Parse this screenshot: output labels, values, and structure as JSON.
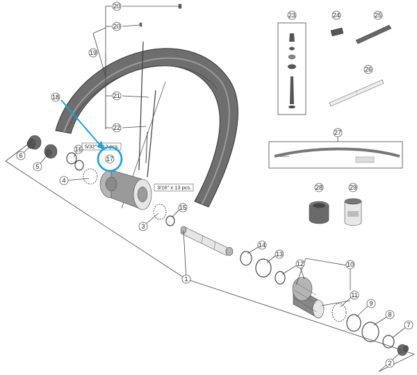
{
  "diagram": {
    "callouts": [
      {
        "id": "c1",
        "label": "1"
      },
      {
        "id": "c2",
        "label": "2"
      },
      {
        "id": "c3",
        "label": "3"
      },
      {
        "id": "c4",
        "label": "4"
      },
      {
        "id": "c5",
        "label": "5"
      },
      {
        "id": "c6",
        "label": "6"
      },
      {
        "id": "c7",
        "label": "7"
      },
      {
        "id": "c8",
        "label": "8"
      },
      {
        "id": "c9",
        "label": "9"
      },
      {
        "id": "c10",
        "label": "10"
      },
      {
        "id": "c11",
        "label": "11"
      },
      {
        "id": "c12",
        "label": "12"
      },
      {
        "id": "c13",
        "label": "13"
      },
      {
        "id": "c14",
        "label": "14"
      },
      {
        "id": "c15",
        "label": "15"
      },
      {
        "id": "c16",
        "label": "16"
      },
      {
        "id": "c17",
        "label": "17"
      },
      {
        "id": "c18",
        "label": "18"
      },
      {
        "id": "c19",
        "label": "19"
      },
      {
        "id": "c20a",
        "label": "20"
      },
      {
        "id": "c20b",
        "label": "20"
      },
      {
        "id": "c21",
        "label": "21"
      },
      {
        "id": "c22",
        "label": "22"
      },
      {
        "id": "c23",
        "label": "23"
      },
      {
        "id": "c24",
        "label": "24"
      },
      {
        "id": "c25",
        "label": "25"
      },
      {
        "id": "c26",
        "label": "26"
      },
      {
        "id": "c27",
        "label": "27"
      },
      {
        "id": "c28",
        "label": "28"
      },
      {
        "id": "c29",
        "label": "29"
      }
    ],
    "notes": {
      "balls_left": "5/32\" x 12 pcs.",
      "balls_right": "3/16\" x 13 pcs."
    },
    "highlight_color": "#1aa0dc"
  }
}
